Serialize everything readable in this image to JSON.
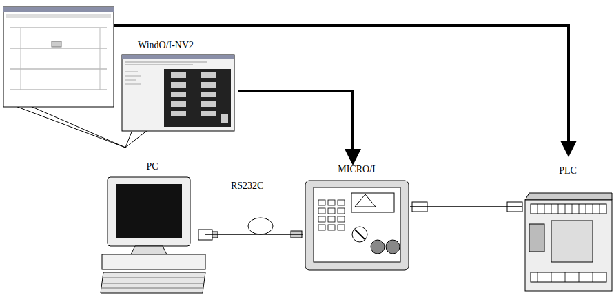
{
  "diagram": {
    "nodes": [
      {
        "text": [
          "WindO/I-NV2"
        ]
      },
      {
        "text": [
          "PC"
        ]
      },
      {
        "text": [
          "MICRO/I"
        ]
      },
      {
        "text": [
          "PLC"
        ]
      }
    ],
    "edges": [
      {
        "from": 0,
        "to": 2,
        "arrow": "to"
      },
      {
        "from": 1,
        "to": 2,
        "arrow": "none",
        "label": "RS232C"
      },
      {
        "from": 2,
        "to": 3,
        "arrow": "none"
      }
    ]
  }
}
